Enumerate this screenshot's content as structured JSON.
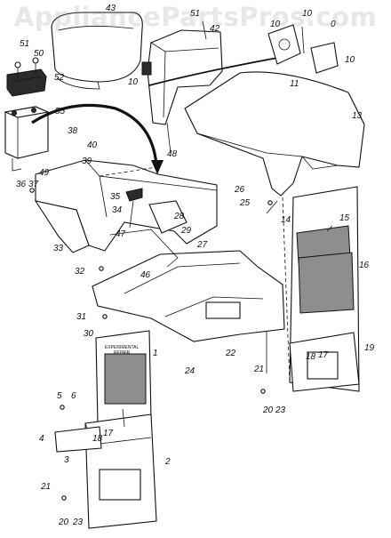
{
  "watermark": "AppliancePartsPros.com",
  "plate_text": [
    "EXPERIMENTAL",
    "REPAIR"
  ],
  "callouts": [
    {
      "id": "c43",
      "label": "43"
    },
    {
      "id": "c51a",
      "label": "51"
    },
    {
      "id": "c42",
      "label": "42"
    },
    {
      "id": "c10a",
      "label": "10"
    },
    {
      "id": "c10b",
      "label": "10"
    },
    {
      "id": "c0",
      "label": "0"
    },
    {
      "id": "c10c",
      "label": "10"
    },
    {
      "id": "c10d",
      "label": "10"
    },
    {
      "id": "c11",
      "label": "11"
    },
    {
      "id": "c51b",
      "label": "51"
    },
    {
      "id": "c50",
      "label": "50"
    },
    {
      "id": "c52",
      "label": "52"
    },
    {
      "id": "c55",
      "label": "55"
    },
    {
      "id": "c13",
      "label": "13"
    },
    {
      "id": "c38",
      "label": "38"
    },
    {
      "id": "c40",
      "label": "40"
    },
    {
      "id": "c39",
      "label": "39"
    },
    {
      "id": "c48",
      "label": "48"
    },
    {
      "id": "c49",
      "label": "49"
    },
    {
      "id": "c36",
      "label": "36"
    },
    {
      "id": "c37",
      "label": "37"
    },
    {
      "id": "c35",
      "label": "35"
    },
    {
      "id": "c34",
      "label": "34"
    },
    {
      "id": "c28",
      "label": "28"
    },
    {
      "id": "c29",
      "label": "29"
    },
    {
      "id": "c26",
      "label": "26"
    },
    {
      "id": "c25",
      "label": "25"
    },
    {
      "id": "c14",
      "label": "14"
    },
    {
      "id": "c15",
      "label": "15"
    },
    {
      "id": "c33",
      "label": "33"
    },
    {
      "id": "c47",
      "label": "47"
    },
    {
      "id": "c27",
      "label": "27"
    },
    {
      "id": "c32",
      "label": "32"
    },
    {
      "id": "c46",
      "label": "46"
    },
    {
      "id": "c16",
      "label": "16"
    },
    {
      "id": "c31",
      "label": "31"
    },
    {
      "id": "c30",
      "label": "30"
    },
    {
      "id": "c1",
      "label": "1"
    },
    {
      "id": "c24",
      "label": "24"
    },
    {
      "id": "c22",
      "label": "22"
    },
    {
      "id": "c19",
      "label": "19"
    },
    {
      "id": "c18a",
      "label": "18"
    },
    {
      "id": "c17a",
      "label": "17"
    },
    {
      "id": "c21a",
      "label": "21"
    },
    {
      "id": "c20a",
      "label": "20"
    },
    {
      "id": "c23a",
      "label": "23"
    },
    {
      "id": "c5",
      "label": "5"
    },
    {
      "id": "c6",
      "label": "6"
    },
    {
      "id": "c4",
      "label": "4"
    },
    {
      "id": "c17b",
      "label": "17"
    },
    {
      "id": "c18b",
      "label": "18"
    },
    {
      "id": "c3",
      "label": "3"
    },
    {
      "id": "c2",
      "label": "2"
    },
    {
      "id": "c21b",
      "label": "21"
    },
    {
      "id": "c20b",
      "label": "20"
    },
    {
      "id": "c23b",
      "label": "23"
    }
  ]
}
